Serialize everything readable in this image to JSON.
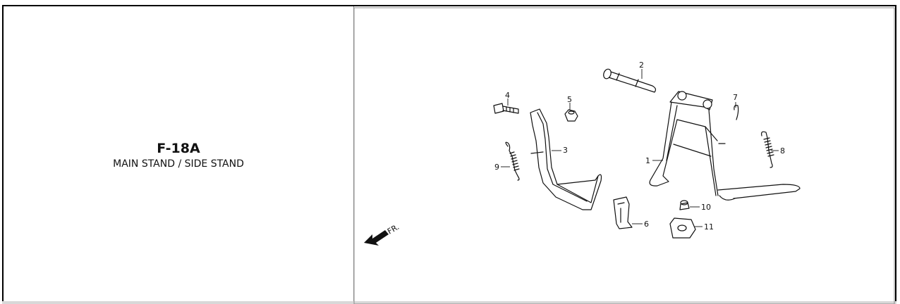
{
  "section": {
    "code": "F-18A",
    "title": "MAIN STAND / SIDE STAND"
  },
  "diagram": {
    "direction_label": "FR.",
    "callouts": [
      "1",
      "2",
      "3",
      "4",
      "5",
      "6",
      "7",
      "8",
      "9",
      "10",
      "11"
    ]
  }
}
